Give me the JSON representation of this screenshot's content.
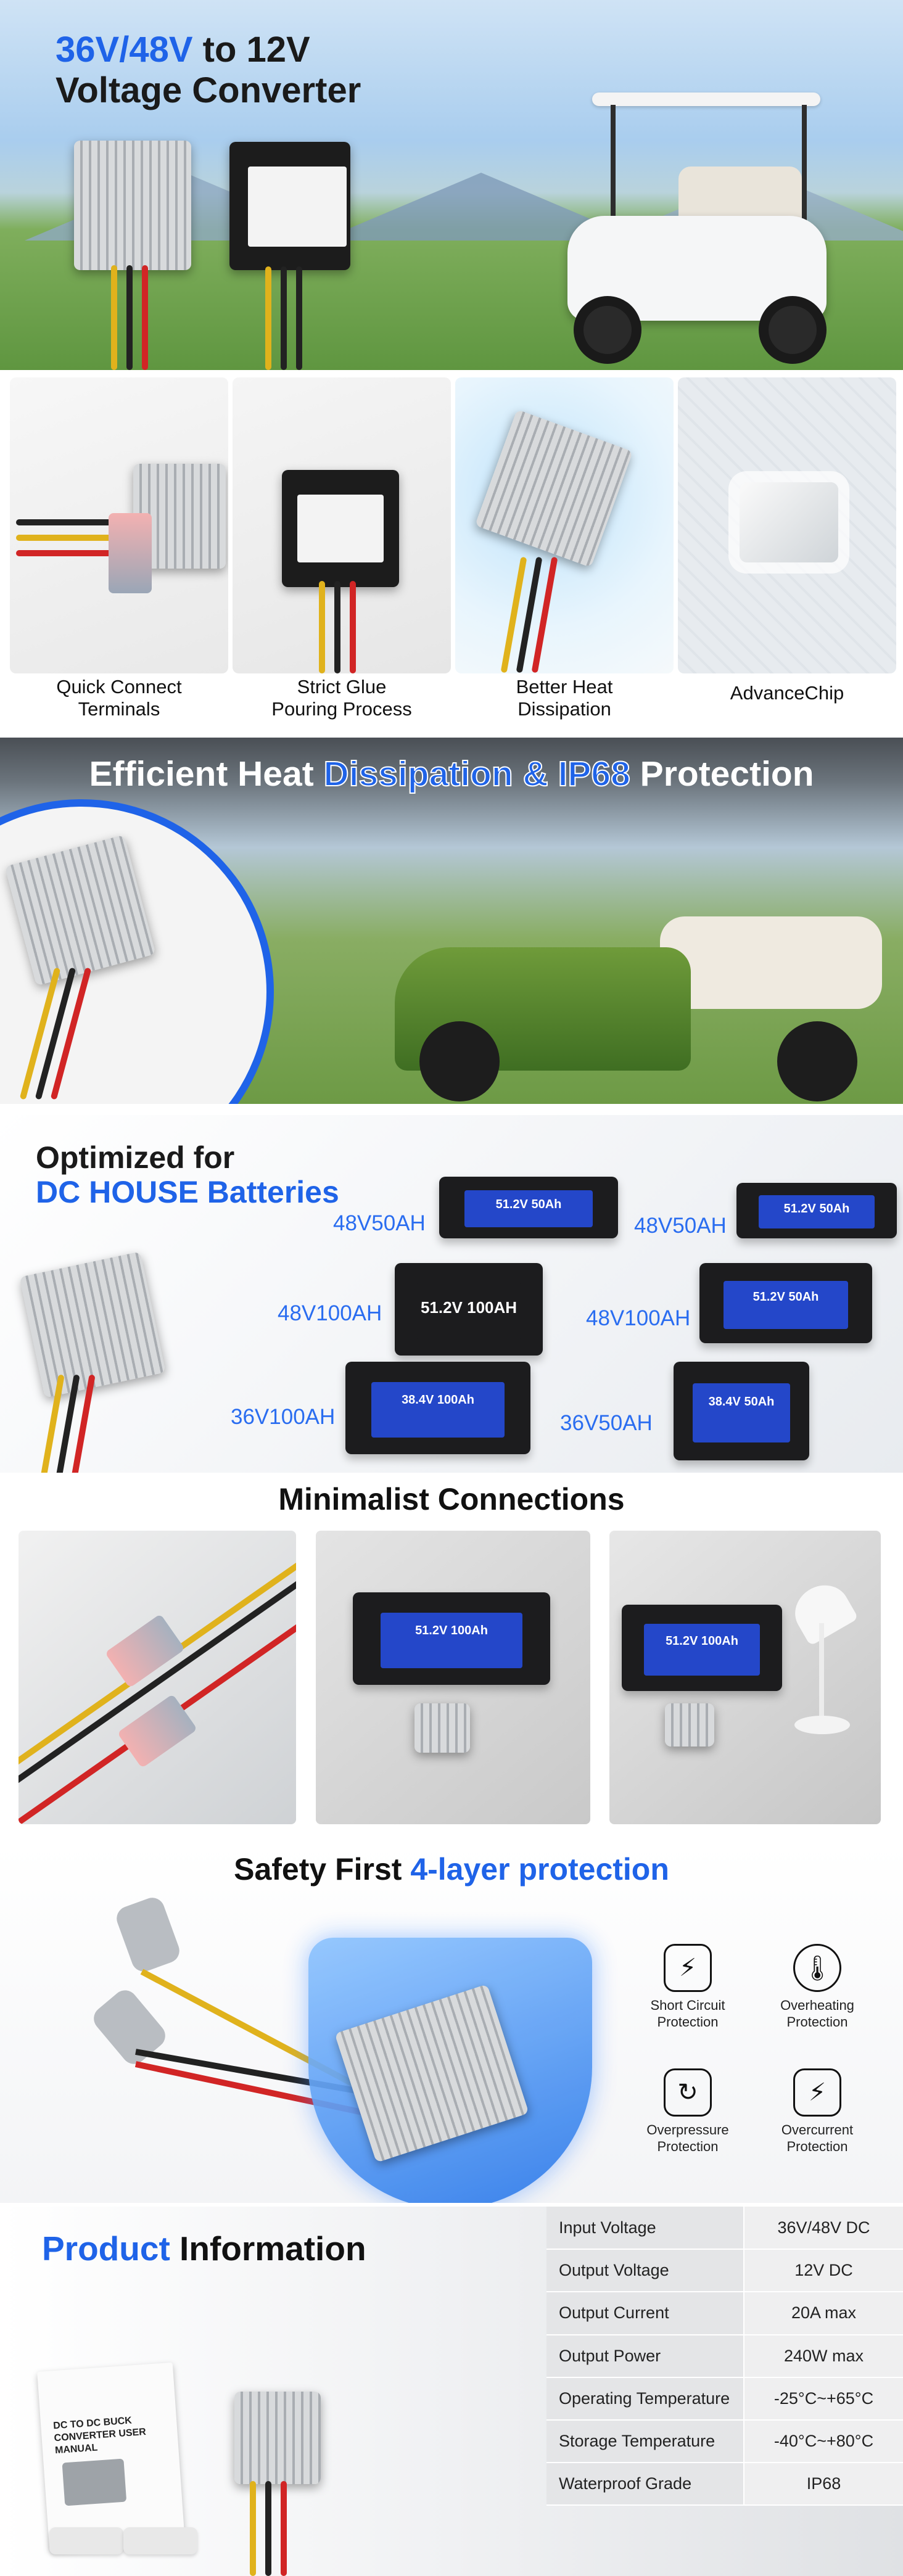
{
  "hero": {
    "title_accent": "36V/48V",
    "title_rest": " to 12V",
    "title_line2": "Voltage Converter"
  },
  "features": [
    {
      "label_line1": "Quick Connect",
      "label_line2": "Terminals"
    },
    {
      "label_line1": "Strict Glue",
      "label_line2": "Pouring Process"
    },
    {
      "label_line1": "Better Heat",
      "label_line2": "Dissipation"
    },
    {
      "label_line1": "AdvanceChip",
      "label_line2": ""
    }
  ],
  "heat": {
    "headline_part1": "Efficient Heat ",
    "headline_part2": "Dissipation & IP68",
    "headline_part3": " Protection"
  },
  "batteries": {
    "heading_line1": "Optimized for",
    "heading_line2": "DC HOUSE Batteries",
    "items": [
      {
        "label": "48V50AH",
        "badge": "51.2V 50Ah"
      },
      {
        "label": "48V50AH",
        "badge": "51.2V 50Ah"
      },
      {
        "label": "48V100AH",
        "badge": "51.2V 100AH"
      },
      {
        "label": "48V100AH",
        "badge": "51.2V 50Ah"
      },
      {
        "label": "36V100AH",
        "badge": "38.4V 100Ah"
      },
      {
        "label": "36V50AH",
        "badge": "38.4V 50Ah"
      }
    ]
  },
  "connections": {
    "headline": "Minimalist Connections",
    "panels": [
      {
        "badge": ""
      },
      {
        "badge": "51.2V 100Ah"
      },
      {
        "badge": "51.2V 100Ah"
      }
    ]
  },
  "protection": {
    "headline_part1": "Safety First  ",
    "headline_part2": "4-layer protection",
    "items": [
      {
        "icon": "short-circuit-icon",
        "glyph": "⚡",
        "line1": "Short Circuit",
        "line2": "Protection"
      },
      {
        "icon": "overheating-icon",
        "glyph": "🌡",
        "line1": "Overheating",
        "line2": "Protection"
      },
      {
        "icon": "overpressure-icon",
        "glyph": "↻",
        "line1": "Overpressure",
        "line2": "Protection"
      },
      {
        "icon": "overcurrent-icon",
        "glyph": "⚡",
        "line1": "Overcurrent",
        "line2": "Protection"
      }
    ]
  },
  "product": {
    "headline_part1": "Product",
    "headline_part2": " Information",
    "manual_title": "DC TO DC BUCK CONVERTER USER MANUAL",
    "specs": [
      {
        "key": "Input Voltage",
        "value": "36V/48V DC"
      },
      {
        "key": "Output Voltage",
        "value": "12V DC"
      },
      {
        "key": "Output Current",
        "value": "20A max"
      },
      {
        "key": "Output Power",
        "value": "240W max"
      },
      {
        "key": "Operating Temperature",
        "value": "-25°C~+65°C"
      },
      {
        "key": "Storage Temperature",
        "value": "-40°C~+80°C"
      },
      {
        "key": "Waterproof Grade",
        "value": "IP68"
      }
    ]
  },
  "colors": {
    "accent": "#1f63e8",
    "battery_face": "#2447c9",
    "text": "#1a1a1a"
  }
}
